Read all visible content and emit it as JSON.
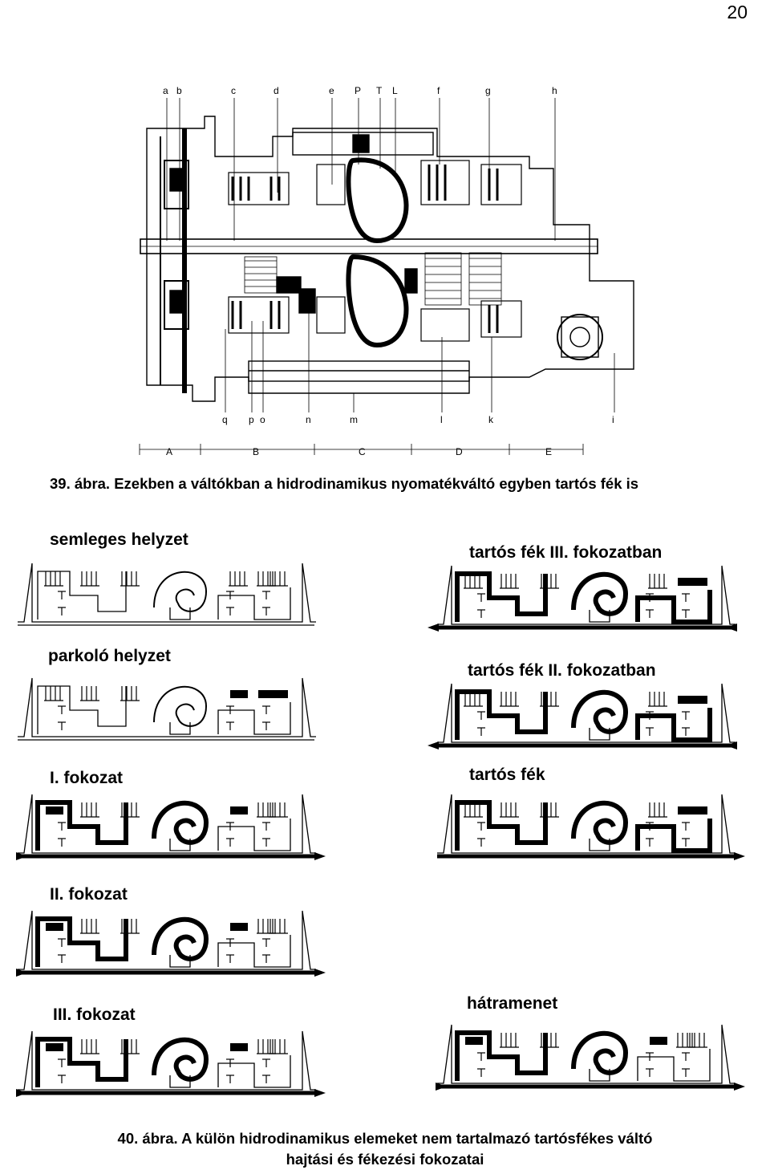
{
  "page_number": "20",
  "figure39": {
    "caption": "39. ábra. Ezekben a váltókban a hidrodinamikus nyomatékváltó egyben tartós fék is",
    "top_labels": [
      "a",
      "b",
      "c",
      "d",
      "e",
      "P",
      "T",
      "L",
      "f",
      "g",
      "h"
    ],
    "bottom_labels": [
      "q",
      "p",
      "o",
      "n",
      "m",
      "l",
      "k",
      "i"
    ],
    "sections": [
      "A",
      "B",
      "C",
      "D",
      "E"
    ]
  },
  "figure40": {
    "caption_line1": "40. ábra. A külön hidrodinamikus elemeket nem tartalmazó tartósfékes váltó",
    "caption_line2": "hajtási és fékezési fokozatai",
    "panels": [
      {
        "id": "semleges",
        "title": "semleges helyzet"
      },
      {
        "id": "parkolo",
        "title": "parkoló helyzet"
      },
      {
        "id": "fok1",
        "title": "I. fokozat"
      },
      {
        "id": "fok2",
        "title": "II. fokozat"
      },
      {
        "id": "fok3",
        "title": "III. fokozat"
      },
      {
        "id": "tf3",
        "title": "tartós fék III. fokozatban"
      },
      {
        "id": "tf2",
        "title": "tartós fék II. fokozatban"
      },
      {
        "id": "tf",
        "title": "tartós fék"
      },
      {
        "id": "hatra",
        "title": "hátramenet"
      }
    ]
  }
}
